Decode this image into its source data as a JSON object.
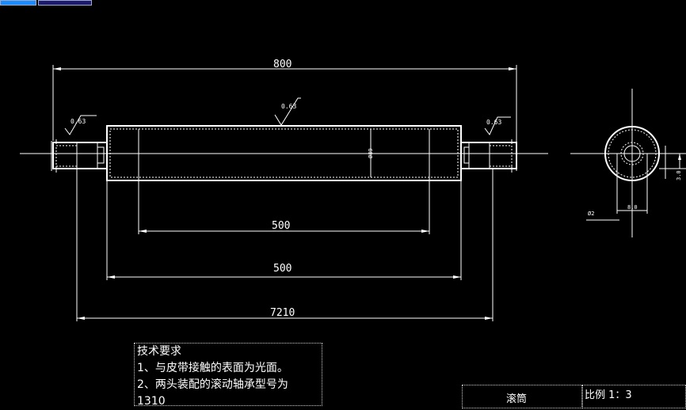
{
  "drawing": {
    "dimensions": {
      "overall_length": "800",
      "inner_length": "500",
      "tube_length": "500",
      "shaft_length": "7210",
      "tube_diameter": "Ø89",
      "bearing_width": "8.0",
      "bore": "Ø2",
      "small_right": "3.0"
    },
    "surface_finish": {
      "left": "0.63",
      "center": "0.63",
      "right": "0.63"
    }
  },
  "tech_requirements": {
    "title": "技术要求",
    "line1": "1、与皮带接触的表面为光面。",
    "line2": "2、两头装配的滚动轴承型号为",
    "line3": "1310"
  },
  "title_block": {
    "name": "滚筒",
    "scale_label": "比例",
    "scale_value": "1：3"
  },
  "colors": {
    "background": "#000000",
    "lines": "#ffffff",
    "tab_blue": "#1a8cff",
    "tab_navy": "#1e1a6e"
  }
}
